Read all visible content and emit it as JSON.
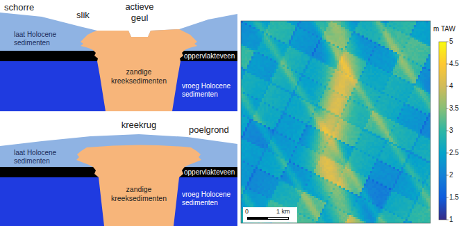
{
  "diagram": {
    "labels": [
      "schorre",
      "slik",
      "actieve geul",
      "laat Holocene sedimenten",
      "oppervlakteveen",
      "zandige kreeksedimenten",
      "vroeg Holocene sedimenten",
      "kreekrug",
      "poelgrond",
      "laat Holocene sedimenten",
      "oppervlakteveen",
      "zandige kreeksedimenten",
      "vroeg Holocene sedimenten",
      "m TAW",
      "5",
      "4.5",
      "4",
      "3.5",
      "3",
      "2.5",
      "2",
      "1.5",
      "1",
      "0",
      "1 km"
    ]
  }
}
